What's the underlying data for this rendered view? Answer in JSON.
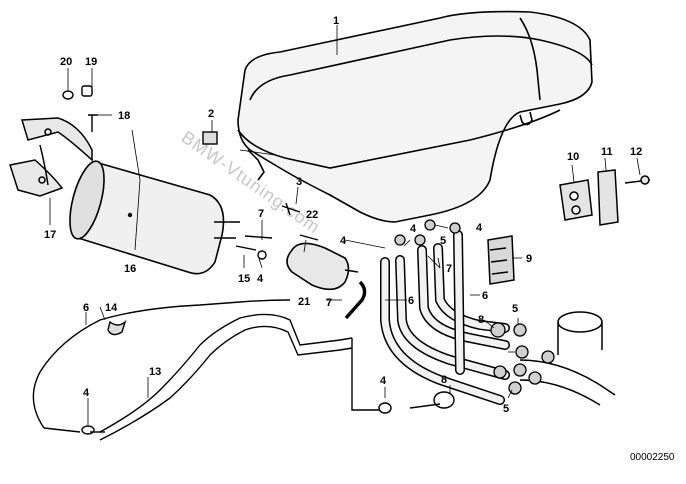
{
  "watermark": "BMW-Vtuning.com",
  "diagram_code": "00002250",
  "callouts": {
    "c1": "1",
    "c2": "2",
    "c3": "3",
    "c4a": "4",
    "c4b": "4",
    "c4c": "4",
    "c4d": "4",
    "c4e": "4",
    "c4f": "4",
    "c5a": "5",
    "c5b": "5",
    "c5c": "5",
    "c6a": "6",
    "c6b": "6",
    "c6c": "6",
    "c7a": "7",
    "c7b": "7",
    "c7c": "7",
    "c8a": "8",
    "c8b": "8",
    "c9": "9",
    "c10": "10",
    "c11": "11",
    "c12": "12",
    "c13": "13",
    "c14": "14",
    "c15": "15",
    "c16": "16",
    "c17": "17",
    "c18": "18",
    "c19": "19",
    "c20": "20",
    "c21": "21",
    "c22": "22"
  }
}
